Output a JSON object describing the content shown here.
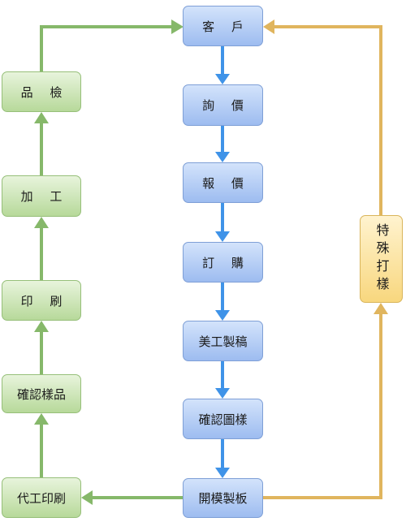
{
  "nodes": {
    "client": "客 戶",
    "inquiry": "詢 價",
    "quote": "報 價",
    "order": "訂 購",
    "artwork": "美工製稿",
    "confirm_drawing": "確認圖樣",
    "mold": "開模製板",
    "special_sample": "特殊打樣",
    "oem_print": "代工印刷",
    "confirm_sample": "確認樣品",
    "printing": "印 刷",
    "processing": "加 工",
    "inspection": "品 檢"
  },
  "colors": {
    "blue_arrow": "#3f93e8",
    "green_arrow": "#86b86a",
    "gold_arrow": "#e0b55e"
  }
}
